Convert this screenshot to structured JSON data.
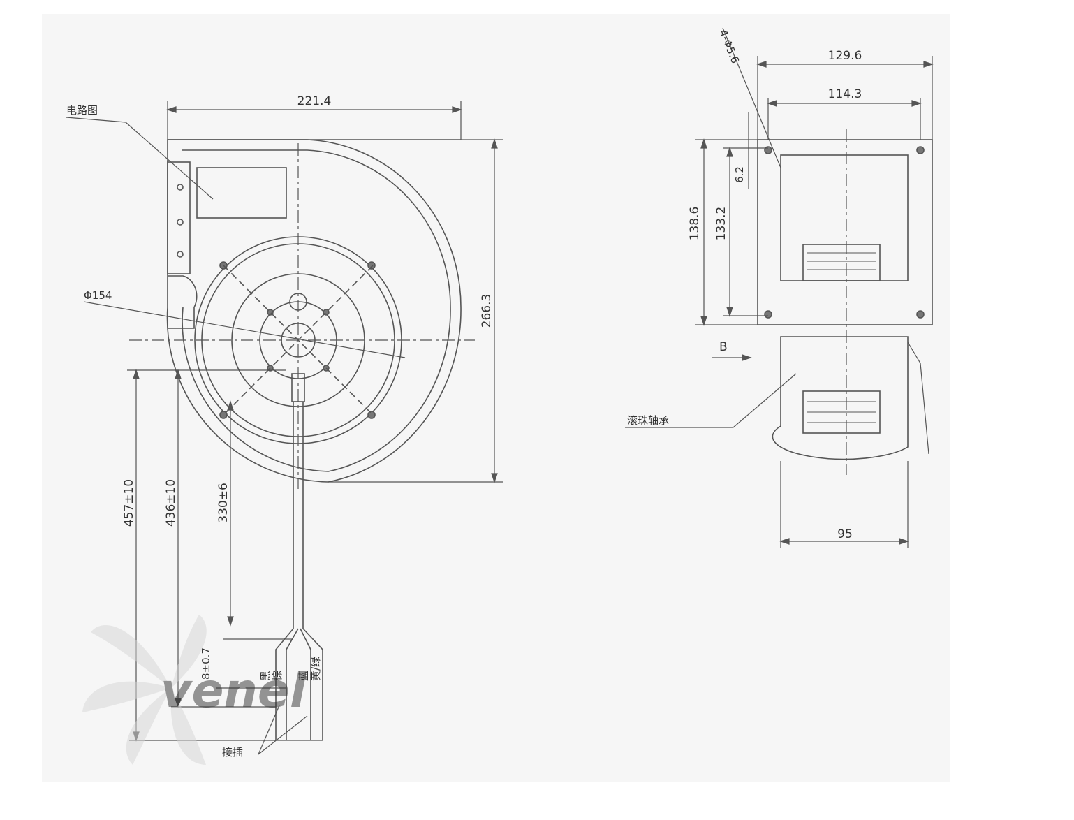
{
  "front_view": {
    "width": "221.4",
    "height": "266.3",
    "label_capacitor": "电路图",
    "label_diameter": "Φ154",
    "lead_length_1": "457±10",
    "lead_length_2": "436±10",
    "lead_length_3": "330±6",
    "strip_length": "8±0.7",
    "wire_colors": [
      "黑",
      "棕",
      "蓝",
      "黄/绿"
    ],
    "label_terminal": "接插"
  },
  "side_view": {
    "overall_width": "129.6",
    "inner_width": "114.3",
    "hole": "4-Φ5.6",
    "offset": "6.2",
    "height_outer": "138.6",
    "height_inner": "133.2",
    "arrow_label": "B",
    "bearing_label": "滚珠轴承",
    "depth": "95"
  },
  "watermark": {
    "brand": "venel"
  },
  "colors": {
    "line": "#555555",
    "paper": "#f6f6f6",
    "watermark": "#9fd3ee"
  }
}
